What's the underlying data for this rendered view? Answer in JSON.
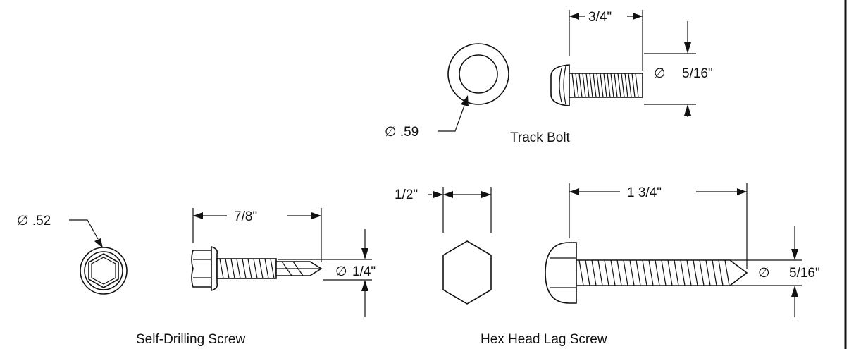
{
  "parts": {
    "track_bolt": {
      "caption": "Track Bolt",
      "length": "3/4\"",
      "diameter_symbol": "∅",
      "diameter": "5/16\"",
      "head_diameter": "∅ .59"
    },
    "self_drilling_screw": {
      "caption": "Self-Drilling Screw",
      "length": "7/8\"",
      "diameter_symbol": "∅",
      "diameter": "1/4\"",
      "head_diameter": "∅ .52"
    },
    "hex_head_lag_screw": {
      "caption": "Hex Head Lag Screw",
      "head_width": "1/2\"",
      "length": "1 3/4\"",
      "diameter_symbol": "∅",
      "diameter": "5/16\""
    }
  }
}
